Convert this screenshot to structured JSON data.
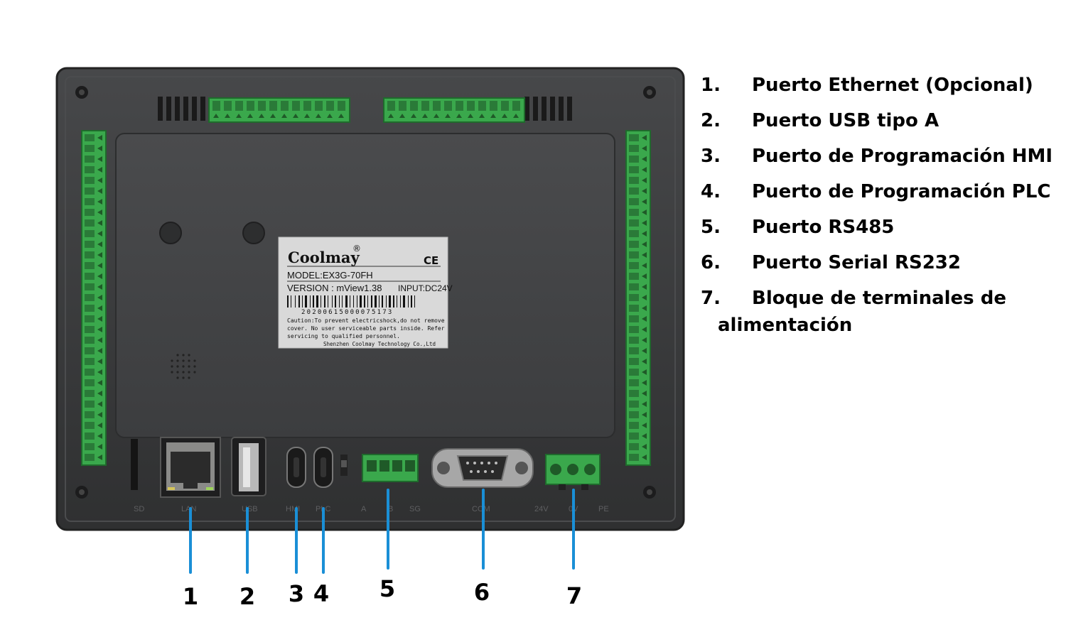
{
  "device": {
    "brand": "Coolmay",
    "registered": "®",
    "ce_mark": "CE",
    "model": "MODEL:EX3G-70FH",
    "version": "VERSION : mView1.38",
    "input": "INPUT:DC24V",
    "serial": "20200615000075173",
    "caution_lines": [
      "Caution:To prevent electricshock,do not remove",
      "cover. No user serviceable parts inside. Refer",
      "servicing to qualified personnel."
    ],
    "manufacturer": "Shenzhen Coolmay Technology Co.,Ltd",
    "port_labels": [
      "SD",
      "LAN",
      "USB",
      "HMI",
      "PLC",
      "A",
      "B",
      "SG",
      "COM",
      "24V",
      "0V",
      "PE"
    ],
    "colors": {
      "housing": "#3a3b3c",
      "terminal": "#3aa84c",
      "leader": "#1a8fd6"
    }
  },
  "legend": [
    {
      "num": "1.",
      "text": "Puerto Ethernet (Opcional)"
    },
    {
      "num": "2.",
      "text": "Puerto USB tipo A"
    },
    {
      "num": "3.",
      "text": "Puerto de Programación HMI"
    },
    {
      "num": "4.",
      "text": "Puerto de Programación PLC"
    },
    {
      "num": "5.",
      "text": "Puerto RS485"
    },
    {
      "num": "6.",
      "text": "Puerto Serial RS232"
    },
    {
      "num": "7.",
      "text": "Bloque de terminales de",
      "continuation": "alimentación"
    }
  ],
  "callouts": [
    "1",
    "2",
    "3",
    "4",
    "5",
    "6",
    "7"
  ]
}
